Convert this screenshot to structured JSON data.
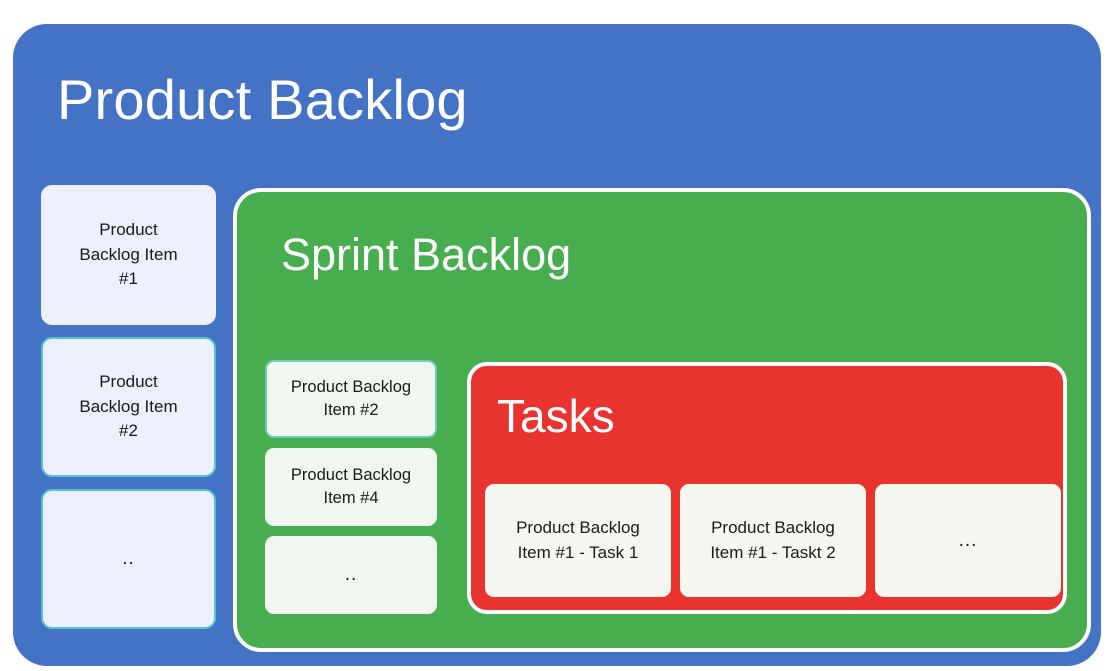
{
  "diagram": {
    "title": "Product Backlog",
    "colors": {
      "product_backlog_fill": "#4472C4",
      "sprint_backlog_fill": "#48AD4E",
      "tasks_fill": "#E9332F",
      "product_card_fill": "#EDF0FA",
      "sprint_card_fill": "#F0F7F0",
      "task_card_fill": "#F3F7F0",
      "card_border_blue": "#55C3D6",
      "card_border_green": "#6ECBB5",
      "container_border": "#FFFFFF",
      "title_text": "#FFFFFF",
      "card_text": "#1A1A1A"
    }
  },
  "product_backlog": {
    "title": "Product Backlog",
    "items": [
      {
        "label": "Product\nBacklog Item\n#1",
        "bordered": false
      },
      {
        "label": "Product\nBacklog  Item\n#2",
        "bordered": true
      },
      {
        "label": "..",
        "bordered": true
      }
    ]
  },
  "sprint_backlog": {
    "title": "Sprint Backlog",
    "items": [
      {
        "label": "Product Backlog\nItem #2",
        "bordered": true
      },
      {
        "label": "Product Backlog\nItem #4",
        "bordered": false
      },
      {
        "label": "..",
        "bordered": false
      }
    ]
  },
  "tasks": {
    "title": "Tasks",
    "items": [
      {
        "label": "Product Backlog\nItem #1 - Task 1"
      },
      {
        "label": "Product Backlog\nItem #1 - Taskt 2"
      },
      {
        "label": "..."
      }
    ]
  }
}
